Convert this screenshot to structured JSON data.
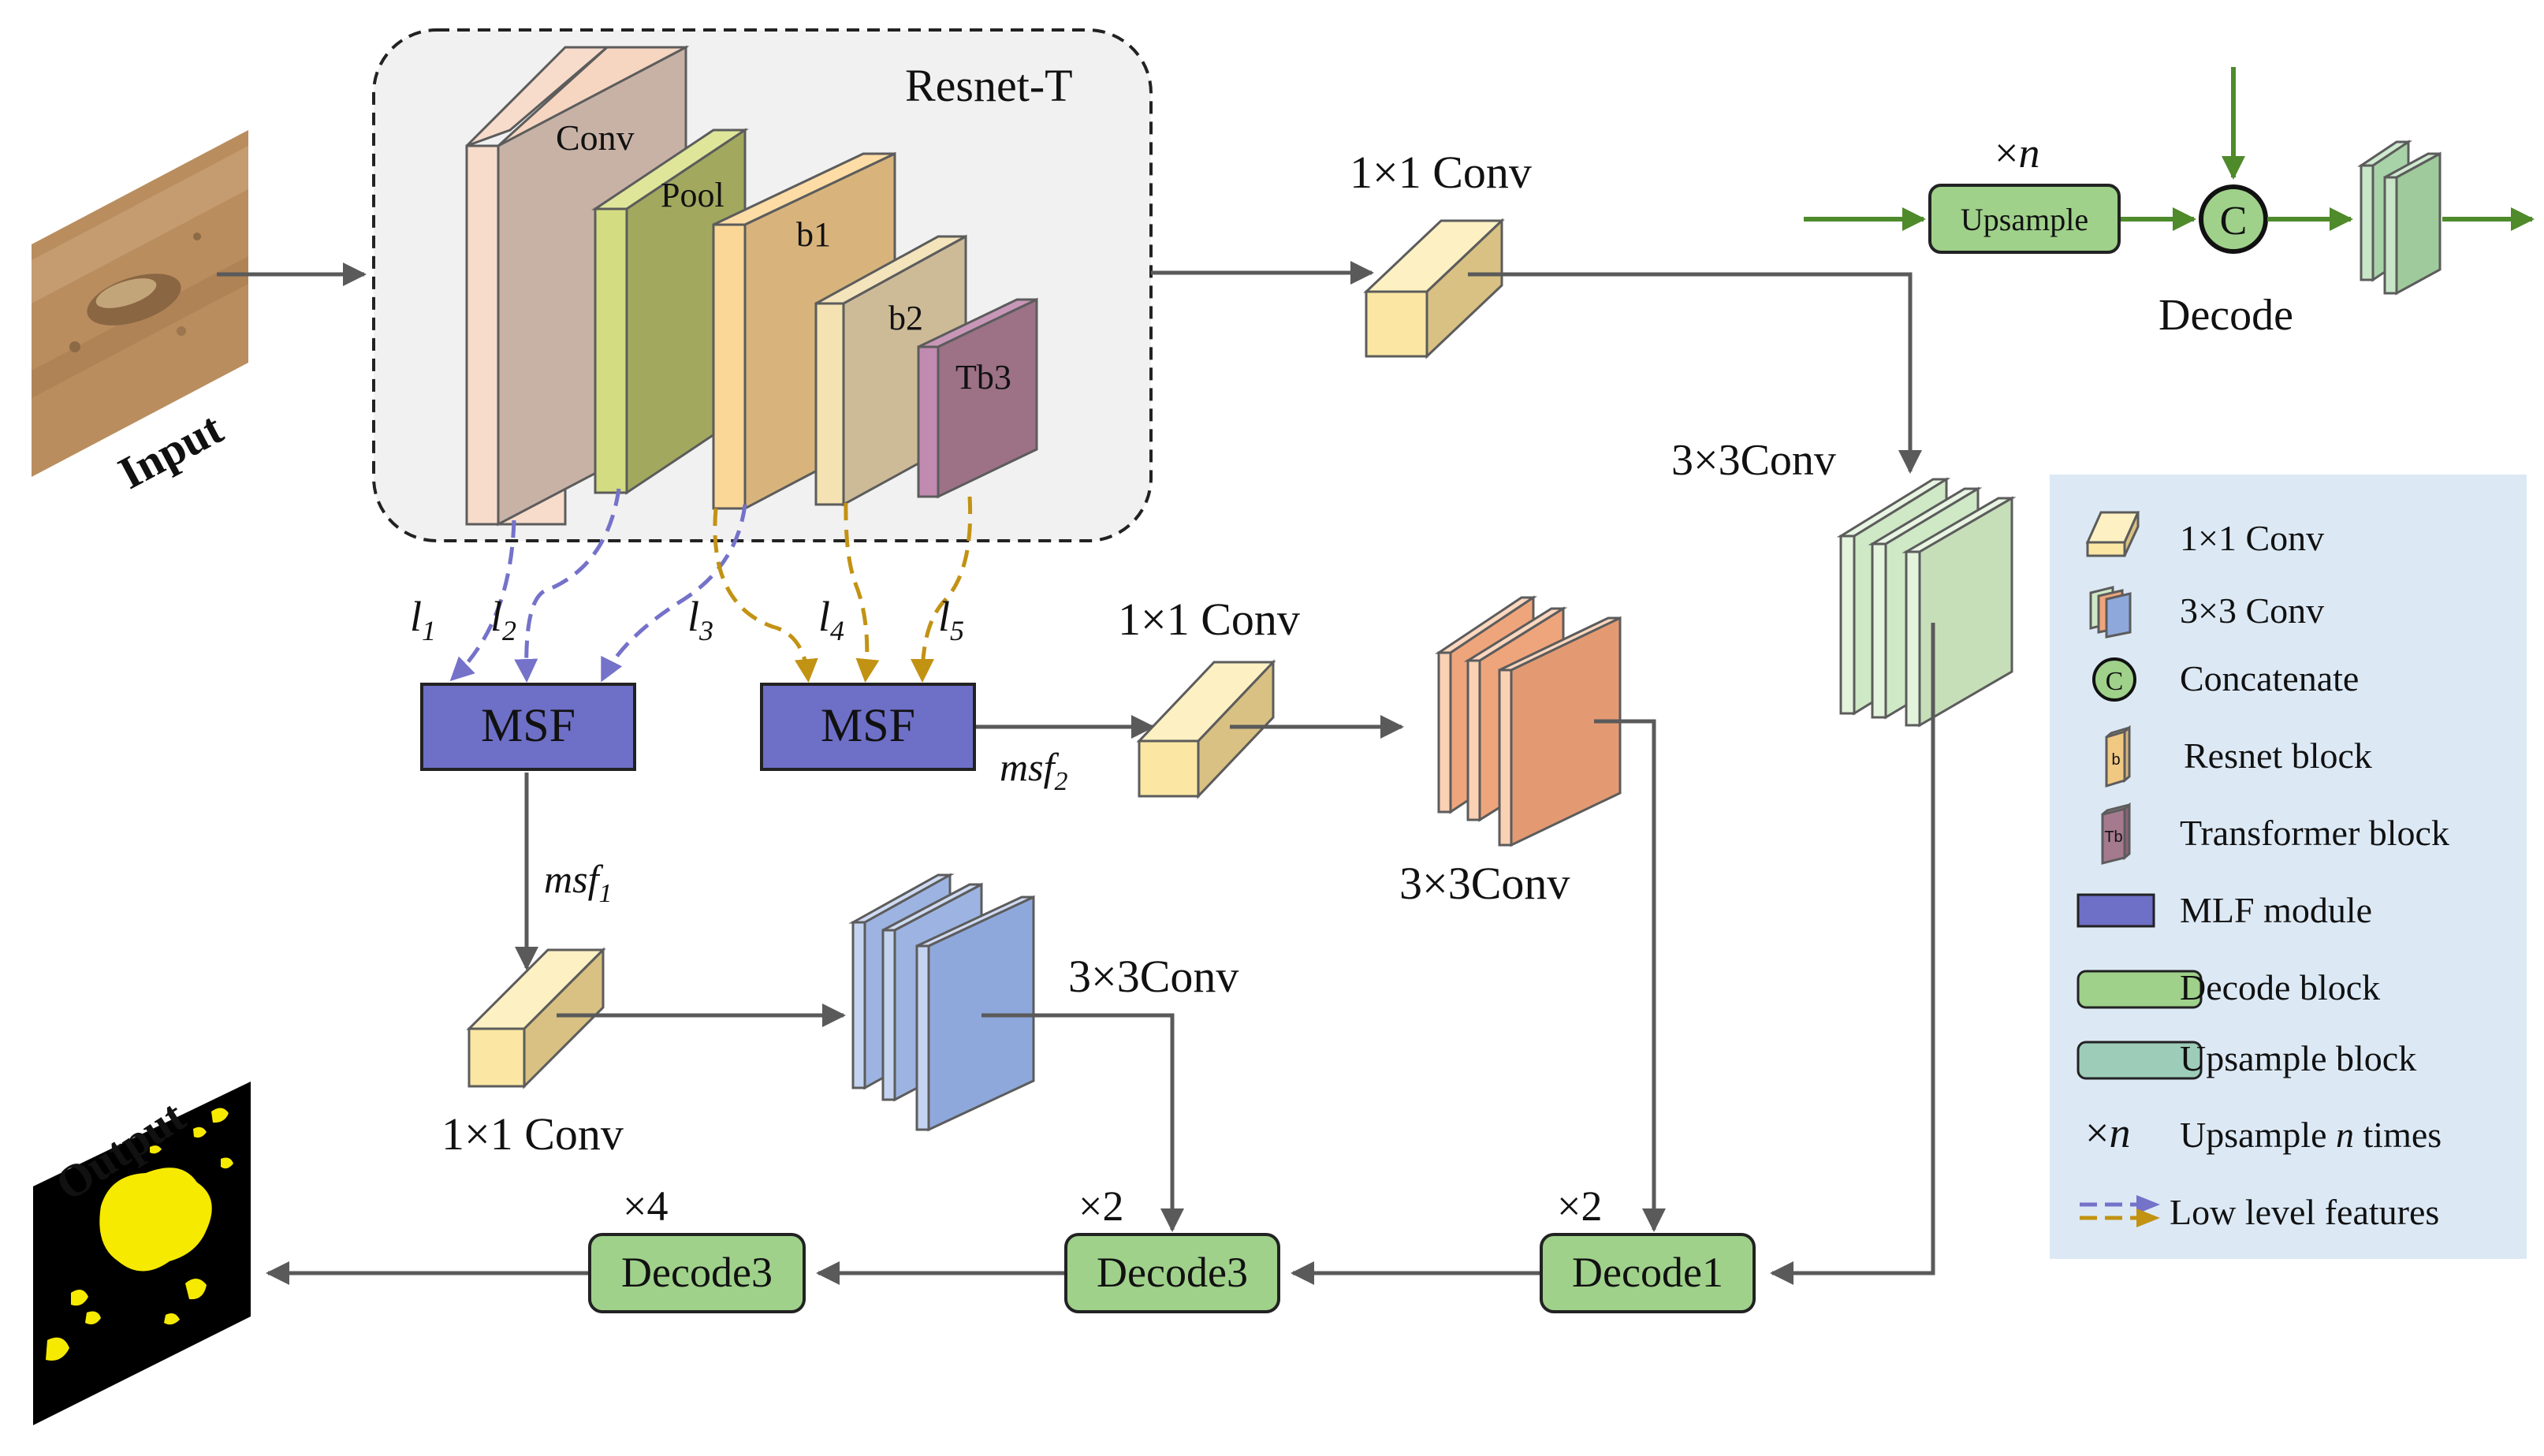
{
  "labels": {
    "input": "Input",
    "output": "Output",
    "resnet_t": "Resnet-T",
    "conv": "Conv",
    "pool": "Pool",
    "b1": "b1",
    "b2": "b2",
    "tb3": "Tb3",
    "conv1x1_top": "1×1 Conv",
    "conv3x3_right": "3×3Conv",
    "conv1x1_mid": "1×1 Conv",
    "conv3x3_mid": "3×3Conv",
    "conv1x1_bottom": "1×1 Conv",
    "conv3x3_bottom": "3×3Conv",
    "msf_left": "MSF",
    "msf_right": "MSF",
    "msf1_base": "msf",
    "msf1_sub": "1",
    "msf2_base": "msf",
    "msf2_sub": "2",
    "l1_base": "l",
    "l1_sub": "1",
    "l2_base": "l",
    "l2_sub": "2",
    "l3_base": "l",
    "l3_sub": "3",
    "l4_base": "l",
    "l4_sub": "4",
    "l5_base": "l",
    "l5_sub": "5",
    "decode1": "Decode1",
    "decode3_mid": "Decode3",
    "decode3_left": "Decode3",
    "mult_decode1": "×2",
    "mult_decode3_mid": "×2",
    "mult_decode3_left": "×4",
    "decode_title": "Decode",
    "upsample": "Upsample",
    "times_prefix": "×",
    "times_n": "n",
    "concat_c": "C"
  },
  "legend": {
    "conv1x1": "1×1 Conv",
    "conv3x3": "3×3 Conv",
    "concat_symbol": "C",
    "concatenate": "Concatenate",
    "resnet_icon": "b",
    "resnet_block": "Resnet block",
    "transformer_icon": "Tb",
    "transformer_block": "Transformer block",
    "mlf_module": "MLF module",
    "decode_block": "Decode block",
    "upsample_block": "Upsample block",
    "times_prefix": "×",
    "times_n": "n",
    "upsample_n_pre": "Upsample ",
    "upsample_n_n": "n",
    "upsample_n_post": " times",
    "low_level": "Low level features"
  },
  "colors": {
    "msf_fill": "#6e6fc6",
    "decode_fill": "#9fd18a",
    "decode_stroke": "#4e8a2f",
    "legend_bg": "#dce9f5",
    "blue_dash": "#7472c9",
    "gold_dash": "#c29213",
    "arrow_gray": "#5a5a5a",
    "arrow_green": "#4f8a2b",
    "conv_block": "#fbe7a3",
    "conv3x3_green": "#cfe8c6",
    "conv3x3_orange": "#efa57c",
    "conv3x3_blue": "#8ea8dc",
    "output_seg": "#f6ea00"
  }
}
